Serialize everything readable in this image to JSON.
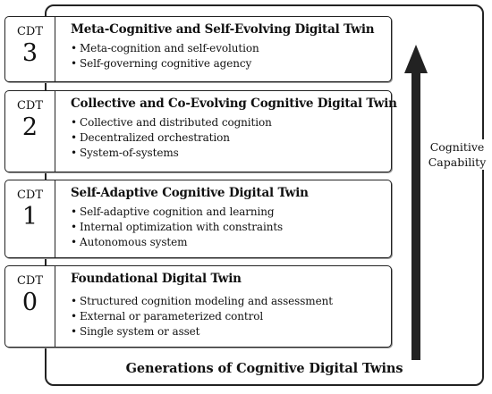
{
  "diagram": {
    "footer_caption": "Generations of Cognitive Digital Twins",
    "axis_label_line1": "Cognitive",
    "axis_label_line2": "Capability",
    "generations": [
      {
        "tag": "CDT",
        "number": "3",
        "title": "Meta-Cognitive and Self-Evolving Digital Twin",
        "bullets": [
          "Meta-cognition and self-evolution",
          "Self-governing cognitive agency"
        ]
      },
      {
        "tag": "CDT",
        "number": "2",
        "title": "Collective and Co-Evolving Cognitive Digital Twin",
        "bullets": [
          "Collective and distributed cognition",
          "Decentralized orchestration",
          "System-of-systems"
        ]
      },
      {
        "tag": "CDT",
        "number": "1",
        "title": "Self-Adaptive Cognitive Digital Twin",
        "bullets": [
          "Self-adaptive cognition and learning",
          "Internal optimization with constraints",
          "Autonomous system"
        ]
      },
      {
        "tag": "CDT",
        "number": "0",
        "title": "Foundational Digital Twin",
        "bullets": [
          "Structured cognition modeling and assessment",
          "External or parameterized control",
          "Single system or asset"
        ]
      }
    ],
    "colors": {
      "border": "#222222",
      "arrow": "#222222",
      "text": "#111111",
      "background": "#ffffff"
    }
  }
}
